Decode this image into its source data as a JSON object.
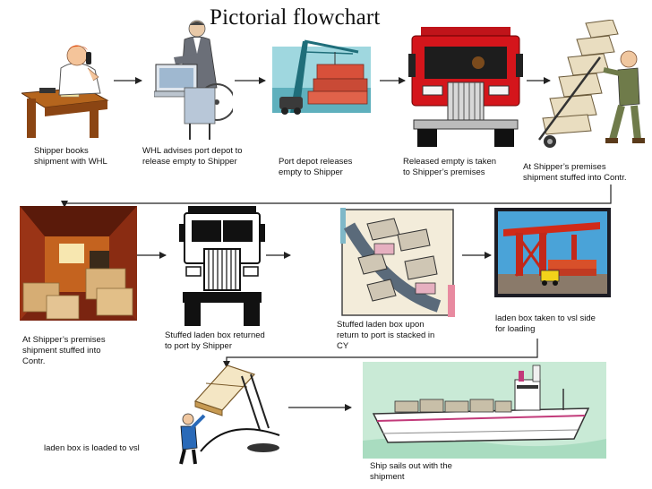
{
  "title": "Pictorial flowchart",
  "steps": [
    {
      "icon": "shipper-phone-icon",
      "caption": "Shipper  books\nshipment  with WHL"
    },
    {
      "icon": "whl-computer-icon",
      "caption": "WHL advises port depot to\nrelease empty to Shipper"
    },
    {
      "icon": "port-depot-crane-icon",
      "caption": "Port  depot  releases\nempty to Shipper"
    },
    {
      "icon": "red-truck-icon",
      "caption": "Released empty is  taken\nto Shipper’s premises"
    },
    {
      "icon": "boxes-hand-truck-icon",
      "caption": "At  Shipper’s premises\nshipment stuffed into Contr."
    },
    {
      "icon": "container-interior-icon",
      "caption": "At  Shipper’s premises\nshipment stuffed into\nContr."
    },
    {
      "icon": "laden-truck-icon",
      "caption": "Stuffed laden box returned\nto port by  Shipper"
    },
    {
      "icon": "container-yard-icon",
      "caption": "Stuffed laden box upon\nreturn to port is stacked in\nCY"
    },
    {
      "icon": "port-crane-icon",
      "caption": "laden box taken to vsl side\nfor loading"
    },
    {
      "icon": "loading-crane-icon",
      "caption": "laden box is loaded to vsl"
    },
    {
      "icon": "container-ship-icon",
      "caption": "Ship  sails out  with the\nshipment"
    }
  ]
}
